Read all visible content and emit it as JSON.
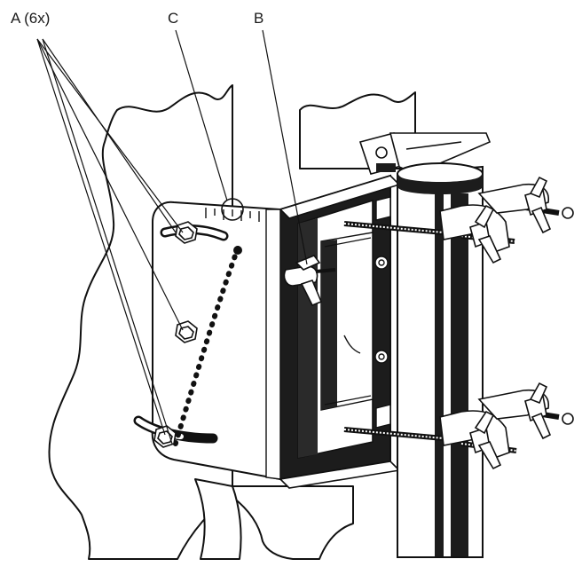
{
  "callouts": {
    "a": "A (6x)",
    "b": "B",
    "c": "C"
  },
  "colors": {
    "ink": "#111111",
    "paper": "#ffffff",
    "shade": "#1c1c1c"
  }
}
